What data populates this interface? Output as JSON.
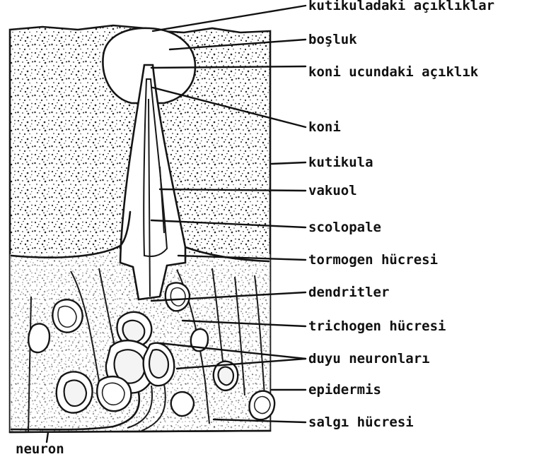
{
  "diagram": {
    "labels": {
      "kutikuladaki": "kutikuladaki açıklıklar",
      "bosluk": "boşluk",
      "koni_ucu": "koni ucundaki açıklık",
      "koni": "koni",
      "kutikula": "kutikula",
      "vakuol": "vakuol",
      "scolopale": "scolopale",
      "tormogen": "tormogen hücresi",
      "dendritler": "dendritler",
      "trichogen": "trichogen hücresi",
      "duyu": "duyu neuronları",
      "epidermis": "epidermis",
      "salgi": "salgı hücresi",
      "neuron": "neuron"
    }
  }
}
